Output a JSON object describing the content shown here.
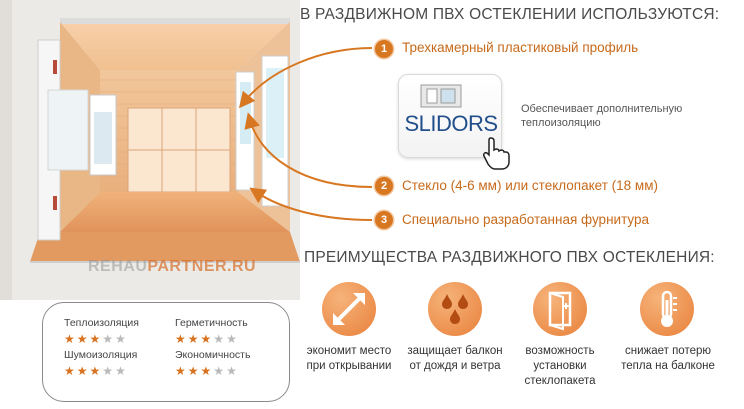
{
  "watermark": {
    "part1": "REHAU",
    "part2": "PARTNER.RU"
  },
  "ratings": [
    {
      "label": "Теплоизоляция",
      "score": 3,
      "max": 5
    },
    {
      "label": "Герметичность",
      "score": 3,
      "max": 5
    },
    {
      "label": "Шумоизоляция",
      "score": 3,
      "max": 5
    },
    {
      "label": "Экономичность",
      "score": 3,
      "max": 5
    }
  ],
  "heading_top": "В РАЗДВИЖНОМ ПВХ ОСТЕКЛЕНИИ ИСПОЛЬЗУЮТСЯ:",
  "points": [
    {
      "num": "1",
      "text": "Трехкамерный пластиковый профиль"
    },
    {
      "num": "2",
      "text": "Стекло (4-6 мм) или стеклопакет (18 мм)"
    },
    {
      "num": "3",
      "text": "Специально разработанная фурнитура"
    }
  ],
  "logo_text": "SLIDORS",
  "note": "Обеспечивает дополнительную теплоизоляцию",
  "heading_bottom": "ПРЕИМУЩЕСТВА РАЗДВИЖНОГО ПВХ ОСТЕКЛЕНИЯ:",
  "advantages": [
    {
      "icon": "resize-arrows-icon",
      "text": "экономит место при открывании"
    },
    {
      "icon": "water-drops-icon",
      "text": "защищает балкон от дождя и ветра"
    },
    {
      "icon": "window-frame-icon",
      "text": "возможность установки стеклопакета"
    },
    {
      "icon": "thermometer-icon",
      "text": "снижает потерю тепла на балконе"
    }
  ],
  "colors": {
    "accent": "#d87722",
    "text_orange": "#c76a1b",
    "star_off": "#b9b9b9"
  }
}
